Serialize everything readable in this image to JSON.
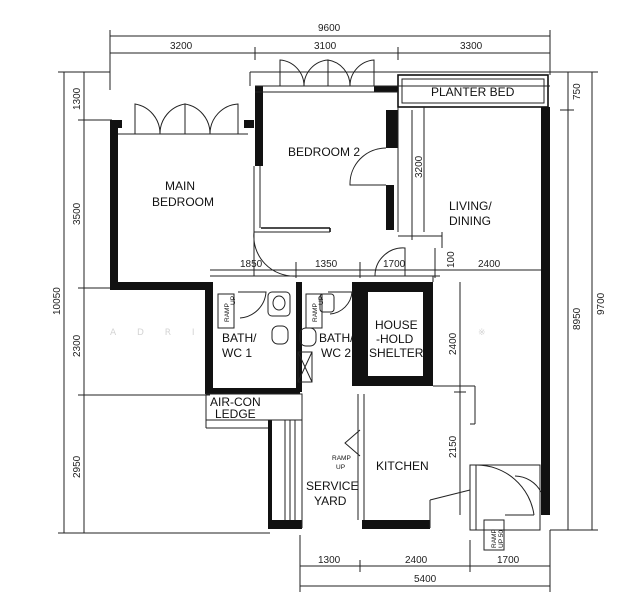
{
  "dimensions": {
    "top_total": "9600",
    "top_left": "3200",
    "top_mid": "3100",
    "top_right": "3300",
    "left_total": "10050",
    "left_1": "1300",
    "left_2": "3500",
    "left_3": "2300",
    "left_4": "2950",
    "right_total": "9700",
    "right_sub": "8950",
    "right_top": "750",
    "bottom_total": "5400",
    "bottom_1": "1300",
    "bottom_2": "2400",
    "bottom_3": "1700",
    "inner_1850": "1850",
    "inner_1350": "1350",
    "inner_1700": "1700",
    "inner_100": "100",
    "inner_2400_h": "2400",
    "inner_3200": "3200",
    "inner_2400_v": "2400",
    "inner_2150": "2150"
  },
  "rooms": {
    "planter_bed": "PLANTER BED",
    "bedroom2": "BEDROOM 2",
    "main_bedroom_1": "MAIN",
    "main_bedroom_2": "BEDROOM",
    "living_1": "LIVING/",
    "living_2": "DINING",
    "bath1_1": "BATH/",
    "bath1_2": "WC 1",
    "bath2_1": "BATH/",
    "bath2_2": "WC 2",
    "shelter_1": "HOUSE",
    "shelter_2": "-HOLD",
    "shelter_3": "SHELTER",
    "aircon_1": "AIR-CON",
    "aircon_2": "LEDGE",
    "kitchen": "KITCHEN",
    "service_1": "SERVICE",
    "service_2": "YARD",
    "ramp_1": "RAMP",
    "ramp_2": "UP",
    "ramp_up_50": "UP 50"
  },
  "watermark": "A D R I"
}
